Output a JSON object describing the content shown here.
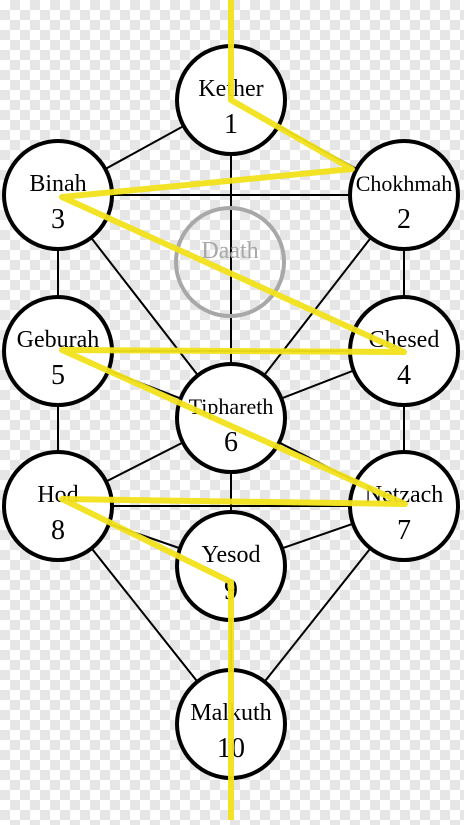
{
  "diagram": {
    "colors": {
      "path_line": "#000000",
      "node_stroke": "#000000",
      "node_fill": "#ffffff",
      "highlight": "#f2e21b",
      "daath_stroke": "#a8a8a8",
      "daath_text": "#a8a8a8"
    },
    "nodes": [
      {
        "id": "kether",
        "name": "Kether",
        "number": "1"
      },
      {
        "id": "chokhmah",
        "name": "Chokhmah",
        "number": "2"
      },
      {
        "id": "binah",
        "name": "Binah",
        "number": "3"
      },
      {
        "id": "chesed",
        "name": "Chesed",
        "number": "4"
      },
      {
        "id": "geburah",
        "name": "Geburah",
        "number": "5"
      },
      {
        "id": "tiphareth",
        "name": "Tiphareth",
        "number": "6"
      },
      {
        "id": "netzach",
        "name": "Netzach",
        "number": "7"
      },
      {
        "id": "hod",
        "name": "Hod",
        "number": "8"
      },
      {
        "id": "yesod",
        "name": "Yesod",
        "number": "9"
      },
      {
        "id": "malkuth",
        "name": "Malkuth",
        "number": "10"
      }
    ],
    "daath": {
      "id": "daath",
      "name": "Daath"
    },
    "paths": [
      [
        "kether",
        "chokhmah"
      ],
      [
        "kether",
        "binah"
      ],
      [
        "kether",
        "tiphareth"
      ],
      [
        "chokhmah",
        "binah"
      ],
      [
        "chokhmah",
        "chesed"
      ],
      [
        "chokhmah",
        "tiphareth"
      ],
      [
        "binah",
        "geburah"
      ],
      [
        "binah",
        "tiphareth"
      ],
      [
        "chesed",
        "geburah"
      ],
      [
        "chesed",
        "tiphareth"
      ],
      [
        "chesed",
        "netzach"
      ],
      [
        "geburah",
        "tiphareth"
      ],
      [
        "geburah",
        "hod"
      ],
      [
        "tiphareth",
        "netzach"
      ],
      [
        "tiphareth",
        "hod"
      ],
      [
        "tiphareth",
        "yesod"
      ],
      [
        "netzach",
        "hod"
      ],
      [
        "netzach",
        "yesod"
      ],
      [
        "netzach",
        "malkuth"
      ],
      [
        "hod",
        "yesod"
      ],
      [
        "hod",
        "malkuth"
      ],
      [
        "yesod",
        "malkuth"
      ]
    ],
    "lightning_path": [
      "kether",
      "chokhmah",
      "binah",
      "chesed",
      "geburah",
      "netzach",
      "hod",
      "yesod",
      "malkuth"
    ]
  }
}
